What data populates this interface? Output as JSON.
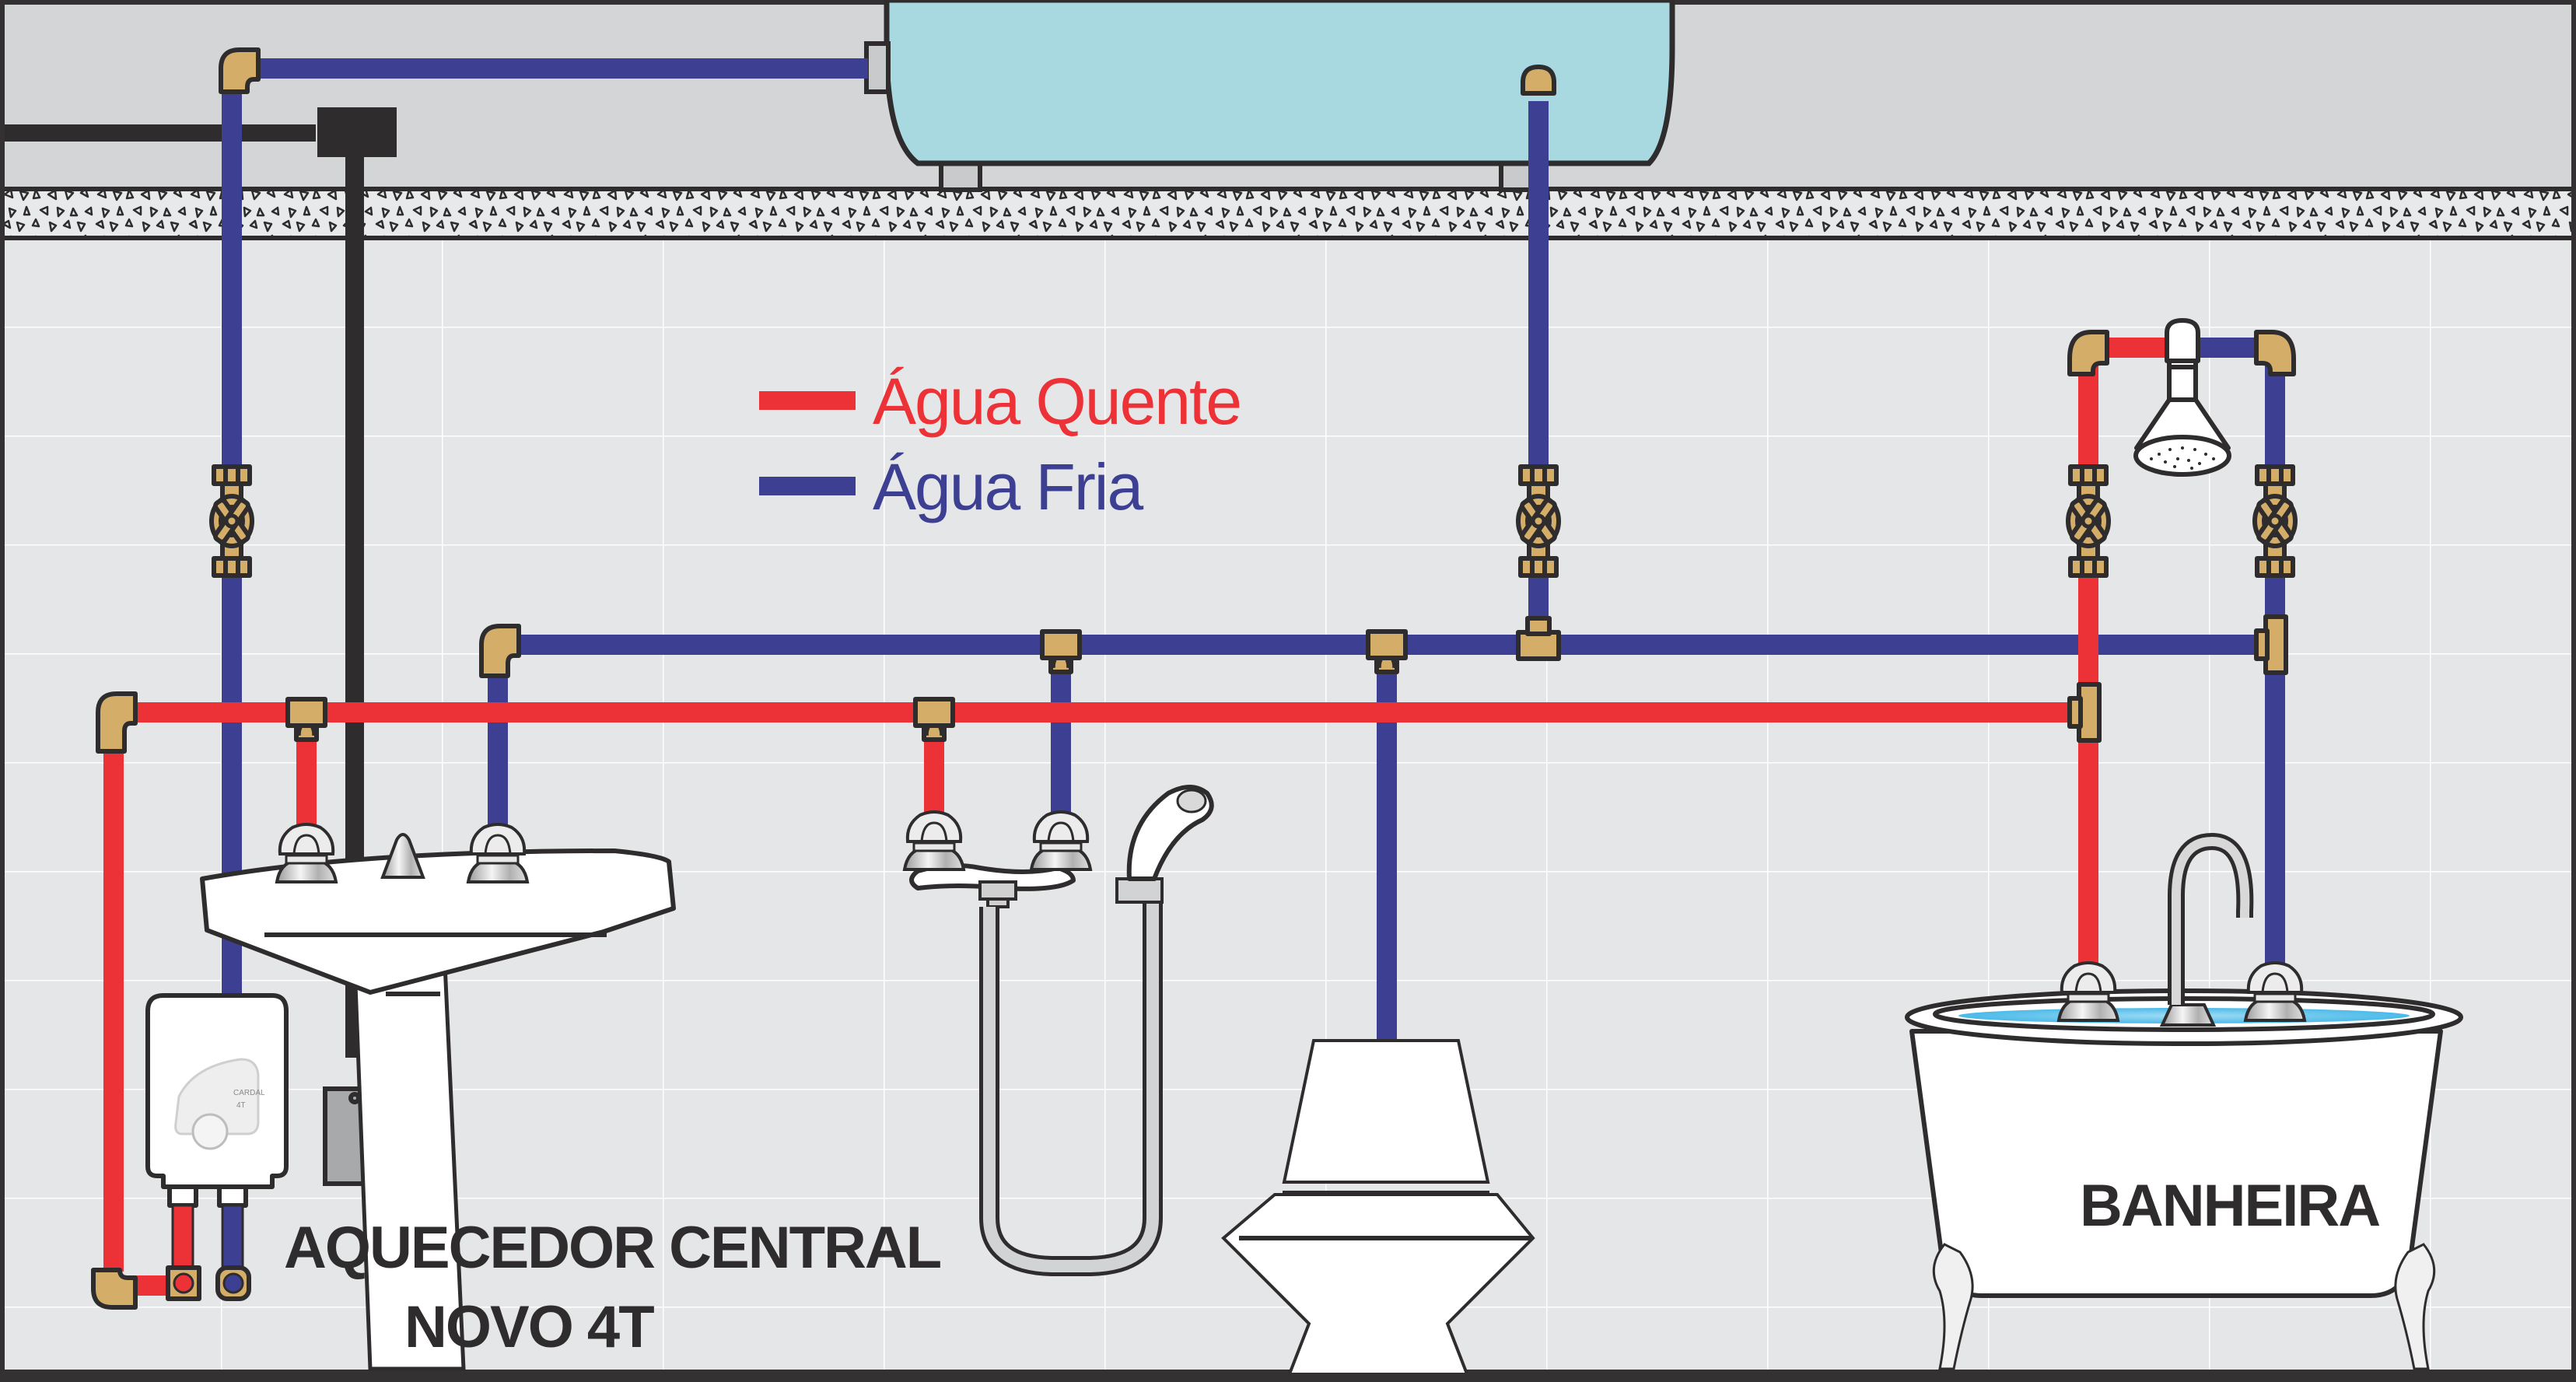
{
  "title": "Esquema de instalação hidráulica com aquecedor central",
  "legend": {
    "items": [
      {
        "label": "Água Quente",
        "color": "#ed3237"
      },
      {
        "label": "Água Fria",
        "color": "#3d3f93"
      }
    ]
  },
  "colors": {
    "hot_pipe": "#ed3237",
    "cold_pipe": "#3d3f93",
    "electric_conduit": "#2f2c2e",
    "fitting": "#d4ae69",
    "outline": "#2f2c2e",
    "wall_tile": "#e5e6e8",
    "tile_grout": "#ffffff",
    "ceiling": "#d4d5d7",
    "tank": "#a8d9e0",
    "bath_water": "#5cc3ec",
    "frame": "#333132"
  },
  "labels": {
    "heater_line1": "AQUECEDOR CENTRAL",
    "heater_line2": "NOVO 4T",
    "bathtub": "BANHEIRA",
    "heater_brand": "CARDAL",
    "heater_model": "4T"
  },
  "components": [
    {
      "id": "water-tank",
      "name": "Caixa d'água"
    },
    {
      "id": "central-heater",
      "name": "Aquecedor Central Novo 4T"
    },
    {
      "id": "sink",
      "name": "Lavatório"
    },
    {
      "id": "hand-shower",
      "name": "Ducha higiênica"
    },
    {
      "id": "toilet",
      "name": "Vaso sanitário"
    },
    {
      "id": "shower",
      "name": "Chuveiro"
    },
    {
      "id": "bathtub",
      "name": "Banheira"
    }
  ]
}
